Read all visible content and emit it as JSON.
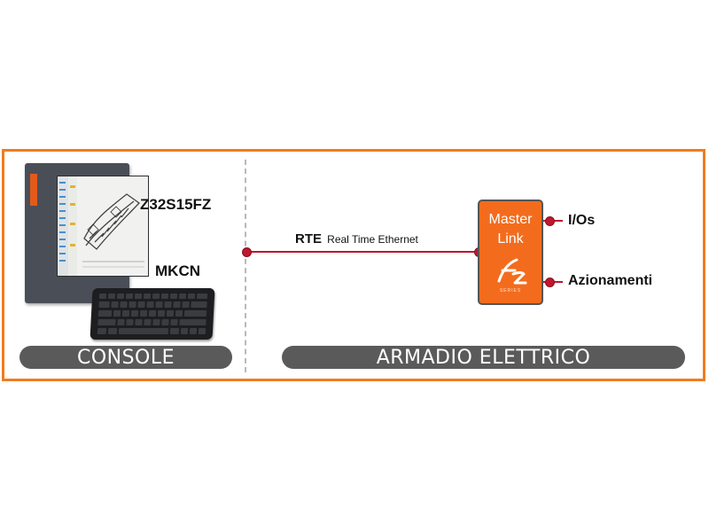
{
  "colors": {
    "frame": "#f07c1e",
    "pill": "#5a5a5a",
    "connector": "#c0172d",
    "master_box": "#f36c1e",
    "divider": "#b9b9b9"
  },
  "console": {
    "monitor_label": "Z32S15FZ",
    "keyboard_label": "MKCN",
    "section_title": "CONSOLE"
  },
  "cabinet": {
    "section_title": "ARMADIO ELETTRICO",
    "rte_label": "RTE",
    "rte_subtitle": "Real Time Ethernet",
    "master": {
      "line1": "Master",
      "line2": "Link",
      "logo_text": "fz",
      "series_text": "SERIES"
    },
    "outputs": [
      "I/Os",
      "Azionamenti"
    ]
  },
  "icons": [
    "monitor-icon",
    "keyboard-icon",
    "fz-logo-icon"
  ]
}
